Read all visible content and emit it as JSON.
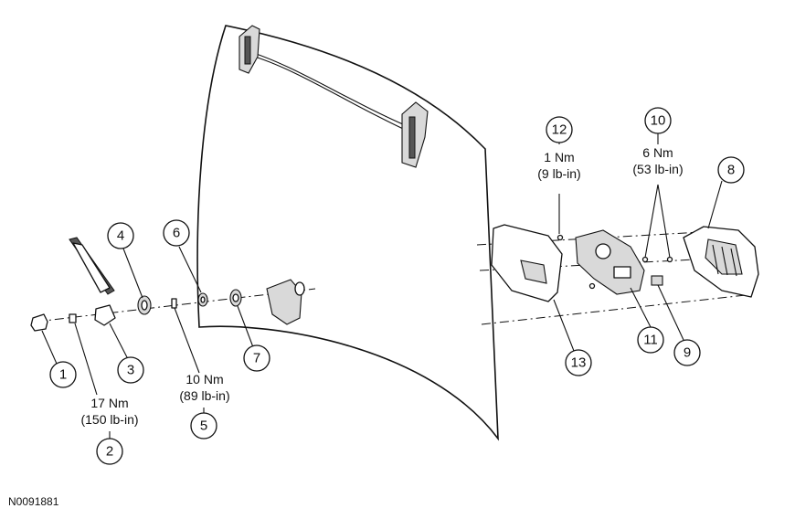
{
  "figure_id": "N0091881",
  "callouts": {
    "c1": "1",
    "c2": "2",
    "c3": "3",
    "c4": "4",
    "c5": "5",
    "c6": "6",
    "c7": "7",
    "c8": "8",
    "c9": "9",
    "c10": "10",
    "c11": "11",
    "c12": "12",
    "c13": "13"
  },
  "torque_specs": {
    "t2_line1": "17 Nm",
    "t2_line2": "(150 lb-in)",
    "t5_line1": "10 Nm",
    "t5_line2": "(89 lb-in)",
    "t12_line1": "1 Nm",
    "t12_line2": "(9 lb-in)",
    "t10_line1": "6 Nm",
    "t10_line2": "(53 lb-in)"
  }
}
